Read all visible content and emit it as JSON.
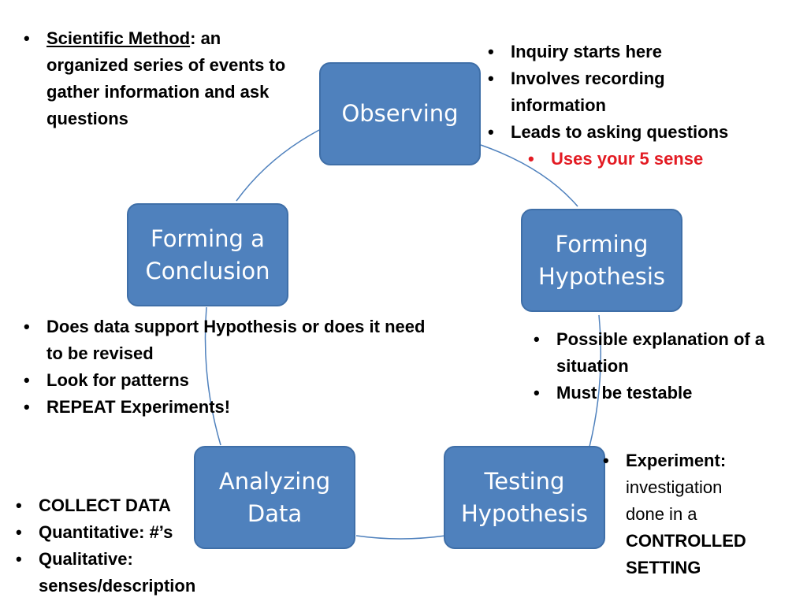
{
  "colors": {
    "node_fill": "#4f81bd",
    "node_border": "#3f6fa8",
    "connector": "#4f81bd",
    "highlight": "#e31b23"
  },
  "nodes": {
    "observing": "Observing",
    "hypothesis": "Forming\nHypothesis",
    "testing": "Testing\nHypothesis",
    "analyzing": "Analyzing\nData",
    "conclusion": "Forming a\nConclusion"
  },
  "notes": {
    "method": {
      "term": "Scientific Method",
      "definition": ": an organized series of events to gather information and ask questions"
    },
    "observing": [
      "Inquiry starts here",
      "Involves recording information",
      "Leads to asking questions",
      "Uses your 5 sense"
    ],
    "hypothesis": [
      "Possible explanation of a situation",
      "Must be testable"
    ],
    "testing": {
      "term": "Experiment:",
      "middle": "investigation done in a",
      "end": "CONTROLLED SETTING"
    },
    "analyzing": [
      "COLLECT DATA",
      "Quantitative: #’s",
      "Qualitative: senses/description"
    ],
    "conclusion": [
      "Does data support Hypothesis or does it need to be revised",
      "Look for patterns",
      "REPEAT Experiments!"
    ]
  }
}
